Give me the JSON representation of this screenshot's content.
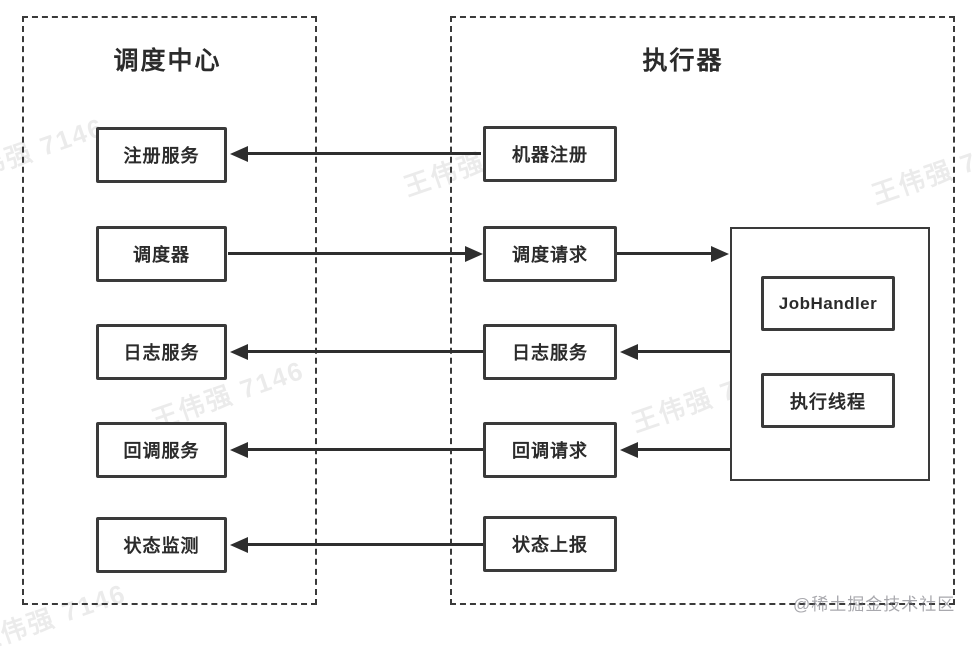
{
  "diagram": {
    "scheduler_center": {
      "title": "调度中心",
      "nodes": [
        {
          "label": "注册服务"
        },
        {
          "label": "调度器"
        },
        {
          "label": "日志服务"
        },
        {
          "label": "回调服务"
        },
        {
          "label": "状态监测"
        }
      ]
    },
    "executor": {
      "title": "执行器",
      "nodes": [
        {
          "label": "机器注册"
        },
        {
          "label": "调度请求"
        },
        {
          "label": "日志服务"
        },
        {
          "label": "回调请求"
        },
        {
          "label": "状态上报"
        }
      ],
      "runtime_nodes": [
        {
          "label": "JobHandler"
        },
        {
          "label": "执行线程"
        }
      ]
    },
    "edges": [
      {
        "from": "机器注册",
        "to": "注册服务",
        "direction": "left"
      },
      {
        "from": "调度器",
        "to": "调度请求",
        "direction": "right"
      },
      {
        "from": "调度请求",
        "to": "执行器运行时",
        "direction": "right"
      },
      {
        "from": "执行器运行时",
        "to": "日志服务(执行器)",
        "direction": "left"
      },
      {
        "from": "日志服务(执行器)",
        "to": "日志服务(调度中心)",
        "direction": "left"
      },
      {
        "from": "执行器运行时",
        "to": "回调请求",
        "direction": "left"
      },
      {
        "from": "回调请求",
        "to": "回调服务",
        "direction": "left"
      },
      {
        "from": "状态上报",
        "to": "状态监测",
        "direction": "left"
      }
    ],
    "colors": {
      "line": "#2e2e2e",
      "border": "#3a3a3a",
      "text": "#2b2b2b",
      "background": "#ffffff"
    },
    "watermark_text": "王伟强 7146",
    "credit_text": "@稀土掘金技术社区"
  }
}
